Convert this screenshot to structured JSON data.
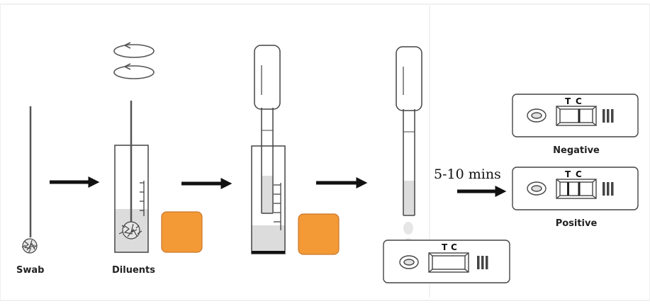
{
  "labels": {
    "swab": "Swab",
    "diluents": "Diluents",
    "time": "5-10 mins",
    "negative": "Negative",
    "positive": "Positive"
  },
  "cassette": {
    "t_label": "T",
    "c_label": "C"
  },
  "colors": {
    "diluent_cap": "#f39a36",
    "diluent_cap_border": "#c9772a",
    "liquid": "#dcdcdc",
    "line": "#333333",
    "arrow": "#111111"
  },
  "icons": {
    "rotation": "rotation-arrows-icon",
    "arrow": "arrow-right-icon"
  }
}
